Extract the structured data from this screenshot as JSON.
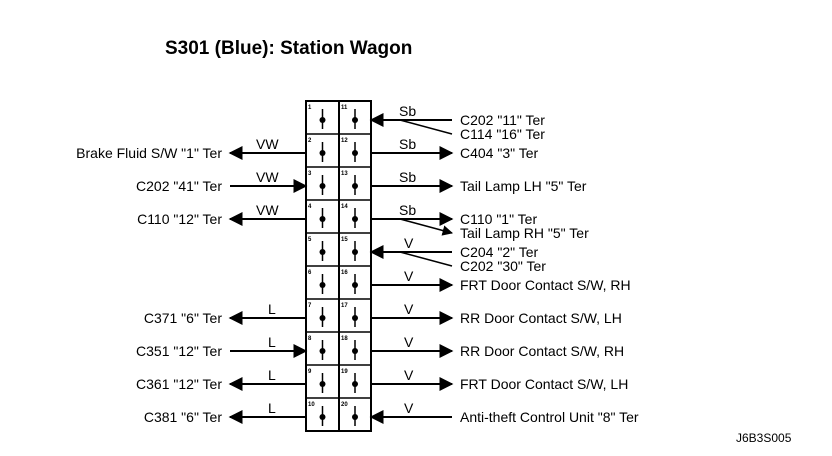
{
  "title": "S301 (Blue): Station Wagon",
  "figure_code": "J6B3S005",
  "connector": {
    "left_pins": [
      "1",
      "2",
      "3",
      "4",
      "5",
      "6",
      "7",
      "8",
      "9",
      "10"
    ],
    "right_pins": [
      "11",
      "12",
      "13",
      "14",
      "15",
      "16",
      "17",
      "18",
      "19",
      "20"
    ]
  },
  "left_connections": [
    {
      "row": 1,
      "label": "Brake Fluid S/W \"1\" Ter",
      "wire": "VW",
      "dir": "out"
    },
    {
      "row": 2,
      "label": "C202 \"41\" Ter",
      "wire": "VW",
      "dir": "in"
    },
    {
      "row": 3,
      "label": "C110 \"12\" Ter",
      "wire": "VW",
      "dir": "out"
    },
    {
      "row": 6,
      "label": "C371 \"6\" Ter",
      "wire": "L",
      "dir": "out"
    },
    {
      "row": 7,
      "label": "C351 \"12\" Ter",
      "wire": "L",
      "dir": "in"
    },
    {
      "row": 8,
      "label": "C361 \"12\" Ter",
      "wire": "L",
      "dir": "out"
    },
    {
      "row": 9,
      "label": "C381 \"6\" Ter",
      "wire": "L",
      "dir": "out"
    }
  ],
  "right_connections": [
    {
      "row": 0,
      "wire": "Sb",
      "dir": "in",
      "label": "C202 \"11\" Ter",
      "branch_label": "C114 \"16\" Ter"
    },
    {
      "row": 1,
      "wire": "Sb",
      "dir": "out",
      "label": "C404 \"3\" Ter"
    },
    {
      "row": 2,
      "wire": "Sb",
      "dir": "out",
      "label": "Tail Lamp LH \"5\" Ter"
    },
    {
      "row": 3,
      "wire": "Sb",
      "dir": "out",
      "label": "C110 \"1\" Ter",
      "branch_label": "Tail Lamp RH \"5\" Ter"
    },
    {
      "row": 4,
      "wire": "V",
      "dir": "in",
      "label": "C204 \"2\" Ter",
      "branch_label": "C202 \"30\" Ter"
    },
    {
      "row": 5,
      "wire": "V",
      "dir": "out",
      "label": "FRT Door Contact S/W, RH"
    },
    {
      "row": 6,
      "wire": "V",
      "dir": "out",
      "label": "RR Door Contact S/W, LH"
    },
    {
      "row": 7,
      "wire": "V",
      "dir": "out",
      "label": "RR Door Contact S/W, RH"
    },
    {
      "row": 8,
      "wire": "V",
      "dir": "out",
      "label": "FRT Door Contact S/W, LH"
    },
    {
      "row": 9,
      "wire": "V",
      "dir": "in",
      "label": "Anti-theft Control Unit \"8\" Ter"
    }
  ]
}
